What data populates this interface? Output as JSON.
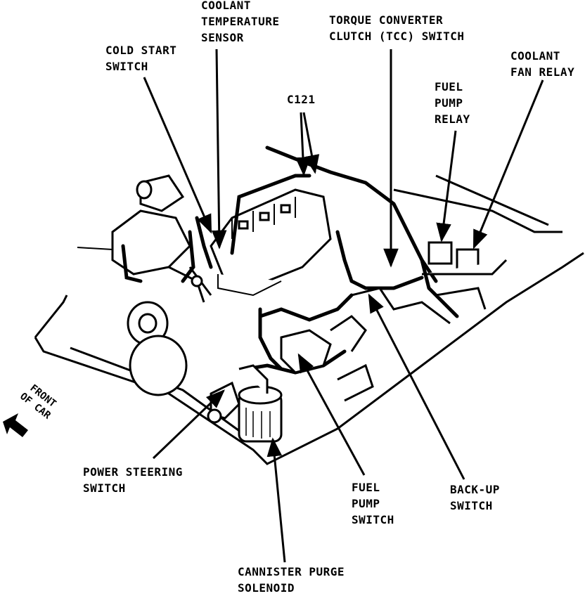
{
  "labels": {
    "coolant_temperature_sensor": [
      "COOLANT",
      "TEMPERATURE",
      "SENSOR"
    ],
    "torque_converter_clutch_switch": [
      "TORQUE CONVERTER",
      "CLUTCH (TCC) SWITCH"
    ],
    "cold_start_switch": [
      "COLD START",
      "SWITCH"
    ],
    "c121": [
      "C121"
    ],
    "fuel_pump_relay": [
      "FUEL",
      "PUMP",
      "RELAY"
    ],
    "coolant_fan_relay": [
      "COOLANT",
      "FAN RELAY"
    ],
    "power_steering_switch": [
      "POWER STEERING",
      "SWITCH"
    ],
    "fuel_pump_switch": [
      "FUEL",
      "PUMP",
      "SWITCH"
    ],
    "back_up_switch": [
      "BACK-UP",
      "SWITCH"
    ],
    "cannister_purge_solenoid": [
      "CANNISTER PURGE",
      "SOLENOID"
    ],
    "front_of_car": [
      "FRONT",
      "OF CAR"
    ]
  },
  "colors": {
    "ink": "#000000",
    "paper": "#ffffff"
  }
}
